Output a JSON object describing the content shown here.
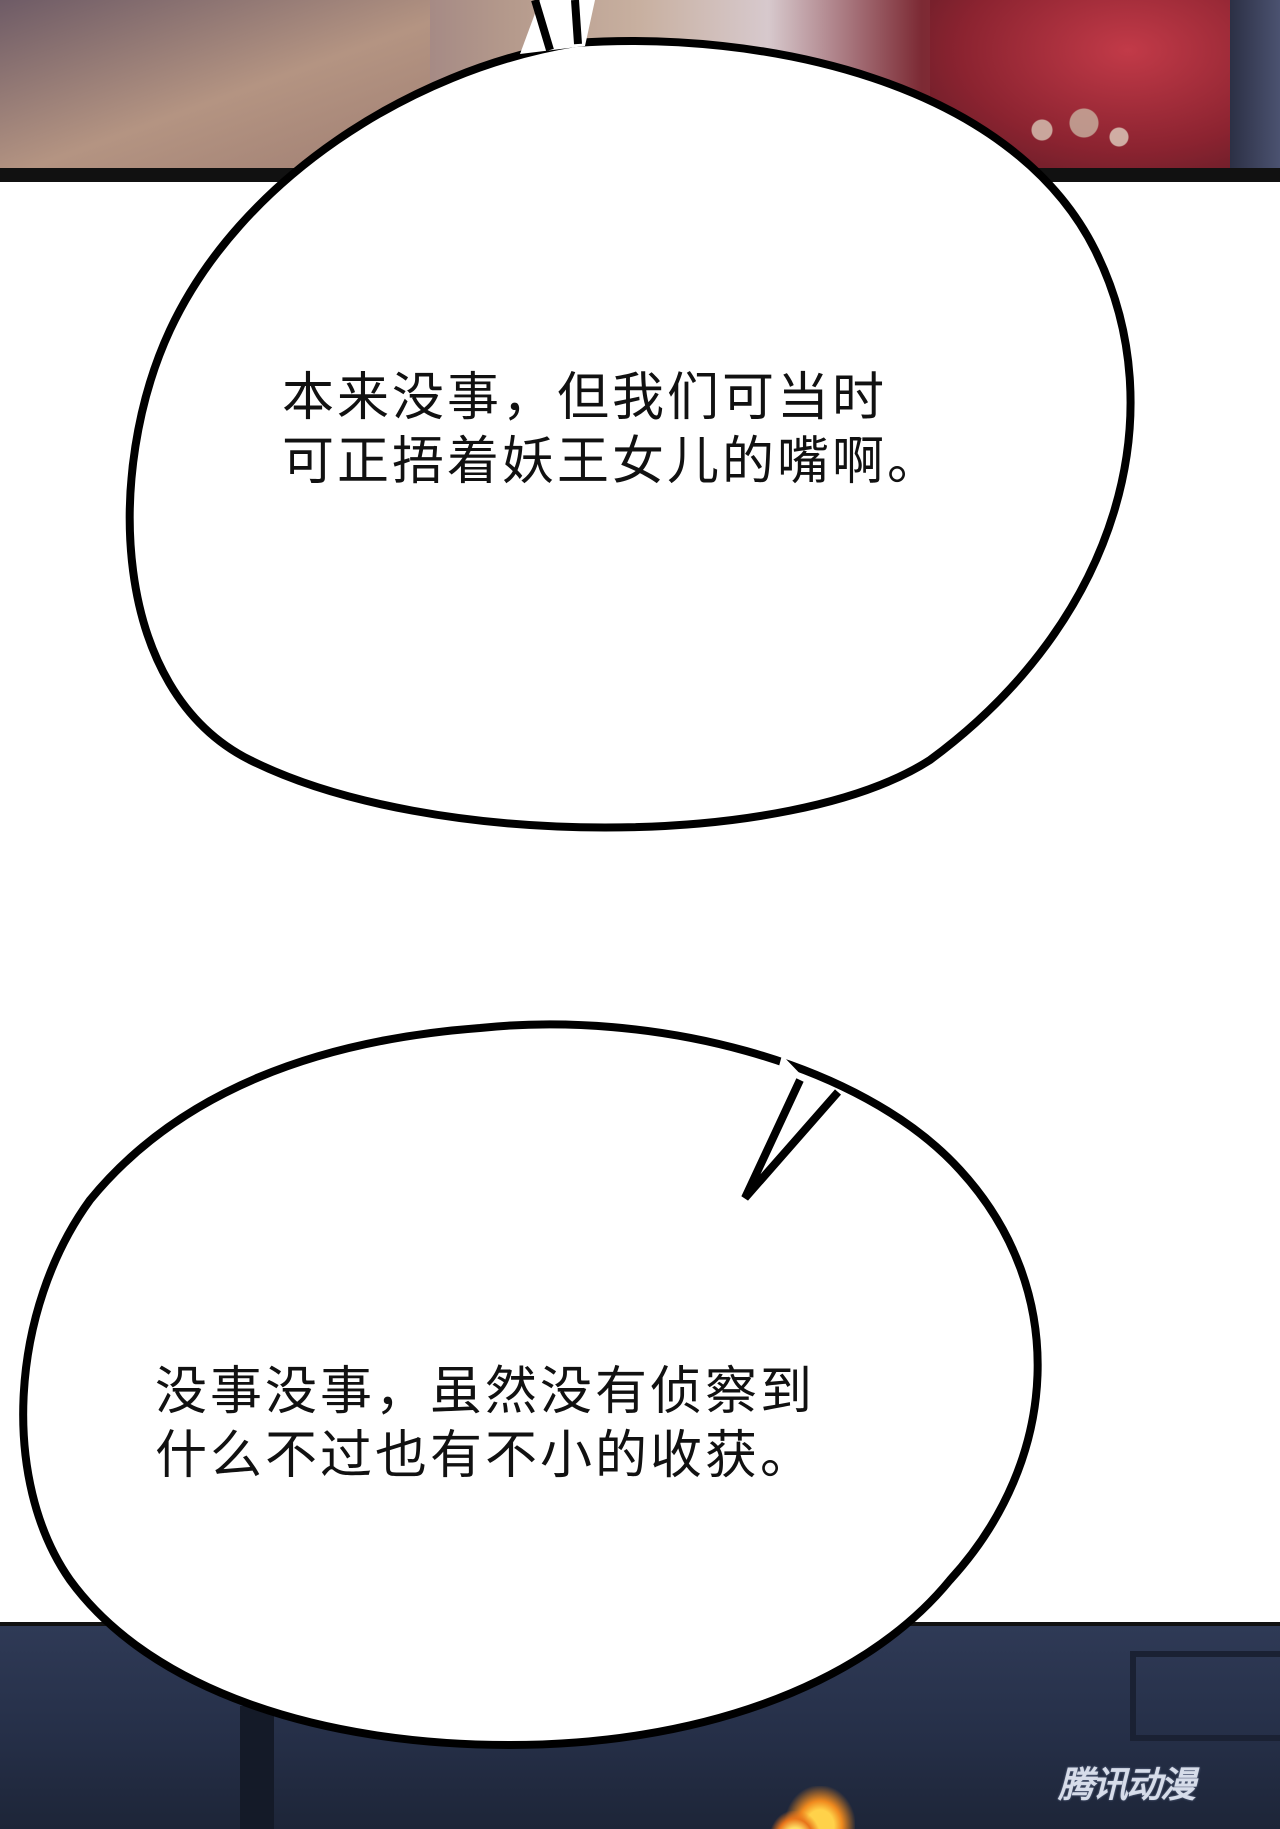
{
  "bubble_1": {
    "text": "本来没事，但我们可当时\n可正捂着妖王女儿的嘴啊。"
  },
  "bubble_2": {
    "text": "没事没事，虽然没有侦察到\n什么不过也有不小的收获。"
  },
  "watermark": "腾讯动漫"
}
